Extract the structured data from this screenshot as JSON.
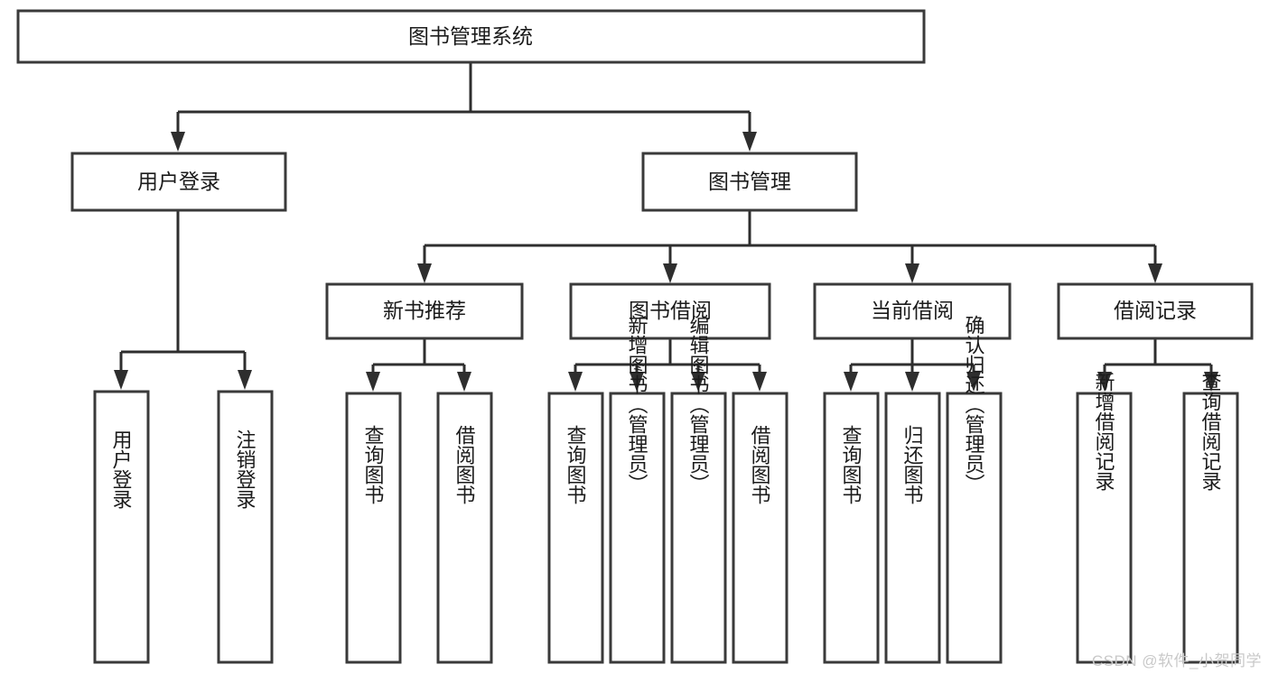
{
  "diagram": {
    "title": "图书管理系统",
    "type": "hierarchy-tree",
    "watermark": "CSDN @软件_小贺同学",
    "colors": {
      "box_stroke": "#3a3a3a",
      "box_fill": "#ffffff",
      "line": "#2e2e2e",
      "text": "#1b1b1b",
      "background": "#ffffff",
      "watermark": "#c9c9c9"
    },
    "root": {
      "id": "root",
      "label": "图书管理系统",
      "level": 1
    },
    "level2": [
      {
        "id": "user-login",
        "label": "用户登录",
        "level": 2
      },
      {
        "id": "book-manage",
        "label": "图书管理",
        "level": 2
      }
    ],
    "level3": [
      {
        "id": "new-book-rec",
        "label": "新书推荐",
        "level": 3,
        "parent": "book-manage"
      },
      {
        "id": "book-borrow",
        "label": "图书借阅",
        "level": 3,
        "parent": "book-manage"
      },
      {
        "id": "current-borrow",
        "label": "当前借阅",
        "level": 3,
        "parent": "book-manage"
      },
      {
        "id": "borrow-record",
        "label": "借阅记录",
        "level": 3,
        "parent": "book-manage"
      }
    ],
    "leaves": [
      {
        "id": "leaf-user-login",
        "label": "用户登录",
        "parent": "user-login"
      },
      {
        "id": "leaf-logout",
        "label": "注销登录",
        "parent": "user-login"
      },
      {
        "id": "leaf-query-book-1",
        "label": "查询图书",
        "parent": "new-book-rec"
      },
      {
        "id": "leaf-borrow-book-1",
        "label": "借阅图书",
        "parent": "new-book-rec"
      },
      {
        "id": "leaf-query-book-2",
        "label": "查询图书",
        "parent": "book-borrow"
      },
      {
        "id": "leaf-add-book",
        "label": "新增图书（管理员）",
        "parent": "book-borrow"
      },
      {
        "id": "leaf-edit-book",
        "label": "编辑图书（管理员）",
        "parent": "book-borrow"
      },
      {
        "id": "leaf-borrow-book-2",
        "label": "借阅图书",
        "parent": "book-borrow"
      },
      {
        "id": "leaf-query-book-3",
        "label": "查询图书",
        "parent": "current-borrow"
      },
      {
        "id": "leaf-return-book",
        "label": "归还图书",
        "parent": "current-borrow"
      },
      {
        "id": "leaf-confirm-return",
        "label": "确认归还（管理员）",
        "parent": "current-borrow"
      },
      {
        "id": "leaf-add-record",
        "label": "新增借阅记录",
        "parent": "borrow-record"
      },
      {
        "id": "leaf-query-record",
        "label": "查询借阅记录",
        "parent": "borrow-record"
      }
    ]
  }
}
